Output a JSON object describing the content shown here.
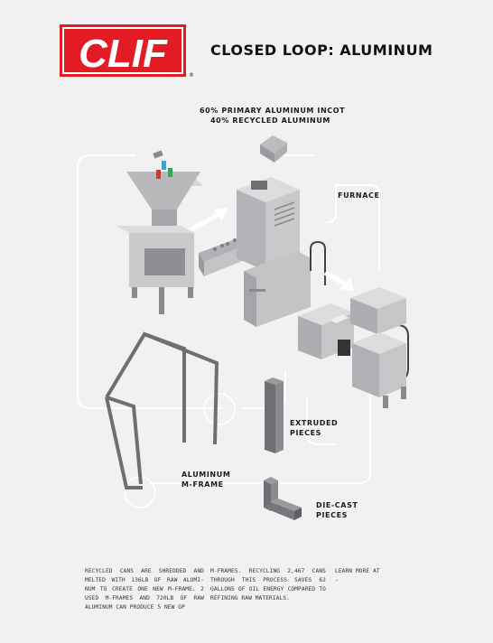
{
  "brand": {
    "logo_text": "CLIF",
    "registered_mark": "®",
    "logo_color": "#e21b24"
  },
  "title": "CLOSED LOOP: ALUMINUM",
  "labels": {
    "ingot_line1": "60% PRIMARY ALUMINUM INCOT",
    "ingot_line2": "40% RECYCLED ALUMINUM",
    "furnace": "FURNACE",
    "extruded_line1": "EXTRUDED",
    "extruded_line2": "PIECES",
    "mframe_line1": "ALUMINUM",
    "mframe_line2": "M-FRAME",
    "diecast_line1": "DIE-CAST",
    "diecast_line2": "PIECES"
  },
  "body": {
    "col1": "RECYCLED CANS ARE SHREDDED AND MELTED WITH 136LB OF RAW ALUMI- NUM TO CREATE ONE NEW M-FRAME. 2 USED M-FRAMES AND 720LB OF RAW ALUMINUM CAN PRODUCE 5 NEW GP",
    "col2": "M-FRAMES. RECYCLING 2,467 CANS THROUGH THIS PROCESS SAVES 62 GALLONS OF OIL ENERGY COMPARED TO REFINING RAW MATERIALS.",
    "col3_line1": "LEARN MORE AT",
    "col3_line2": "-"
  },
  "colors": {
    "machine_light": "#c9c9cb",
    "machine_mid": "#a9a9ac",
    "machine_dark": "#808084",
    "loop_line": "#ffffff",
    "can_blue": "#2aa7e0",
    "can_red": "#e0322b",
    "can_green": "#3aa655"
  }
}
